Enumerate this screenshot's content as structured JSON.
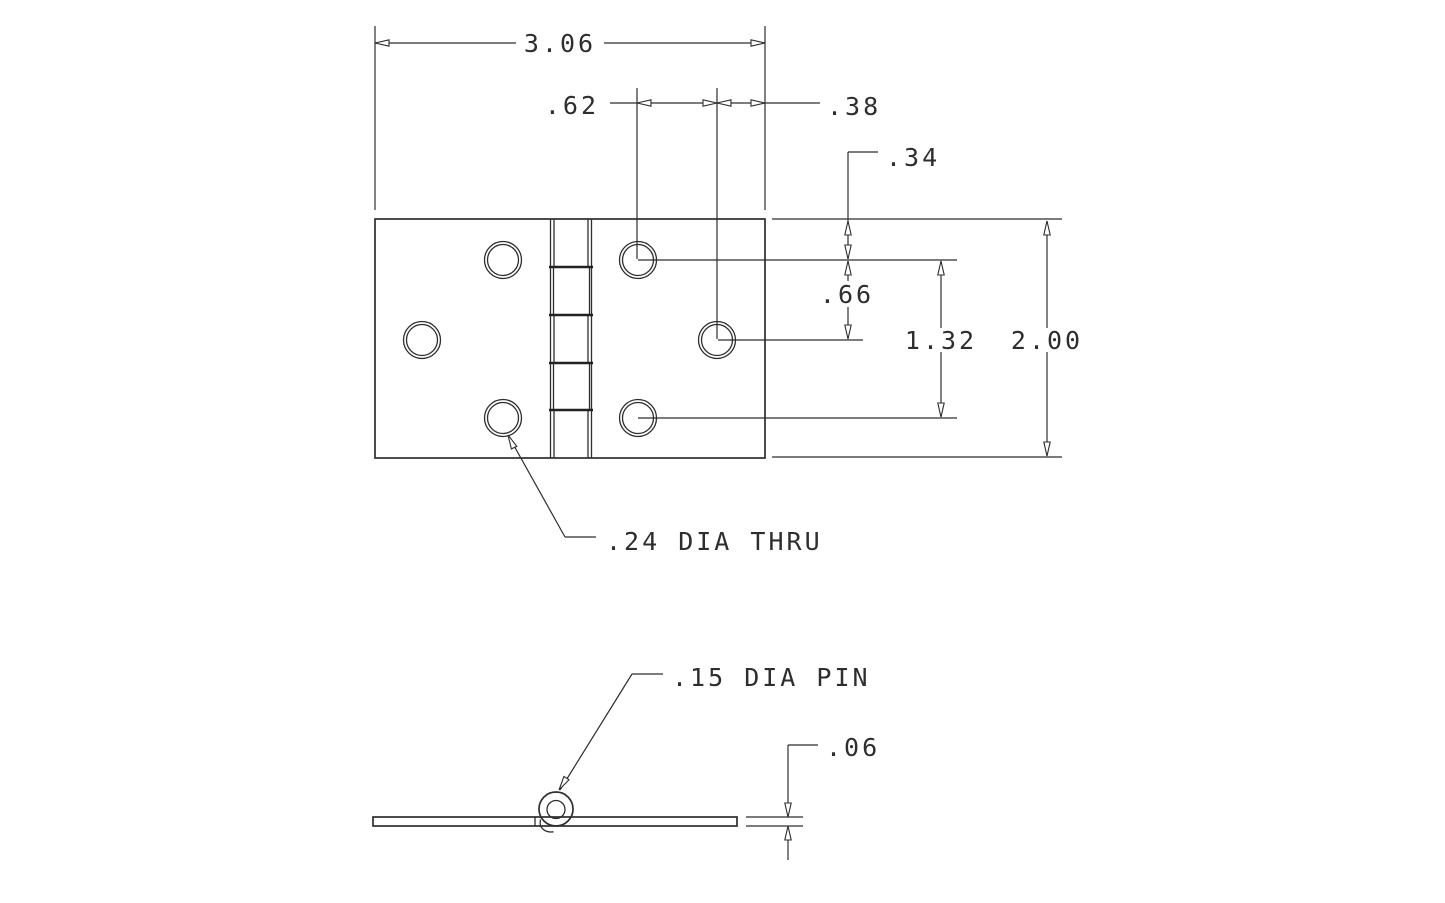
{
  "drawing": {
    "background_color": "#ffffff",
    "line_color": "#2e2e2e",
    "views": {
      "top_view": {
        "dimensions": {
          "overall_width": "3.06",
          "hole_column_spacing": ".62",
          "hole_to_edge": ".38",
          "top_edge_to_hole_row": ".34",
          "hole_row_spacing": ".66",
          "hole_row_span": "1.32",
          "overall_height": "2.00"
        },
        "notes": {
          "hole_diameter": ".24 DIA THRU"
        }
      },
      "side_view": {
        "dimensions": {
          "leaf_thickness": ".06"
        },
        "notes": {
          "pin_diameter": ".15 DIA PIN"
        }
      }
    }
  }
}
